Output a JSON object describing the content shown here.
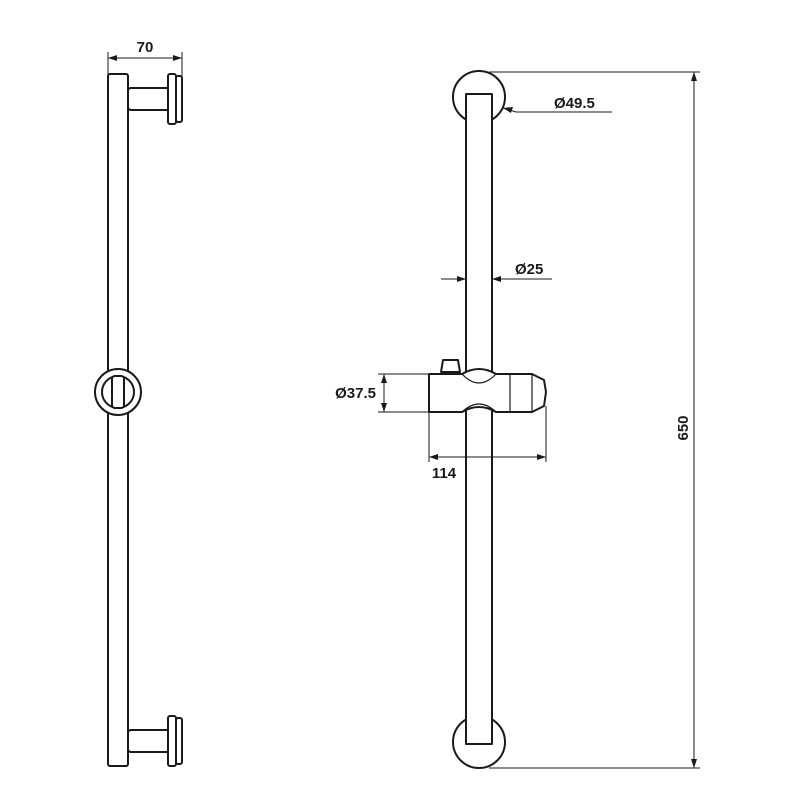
{
  "drawing": {
    "side_view": {
      "width_label": "70"
    },
    "front_view": {
      "end_cap_diameter_label": "Ø49.5",
      "bar_diameter_label": "Ø25",
      "holder_diameter_label": "Ø37.5",
      "holder_length_label": "114",
      "total_height_label": "650"
    }
  }
}
